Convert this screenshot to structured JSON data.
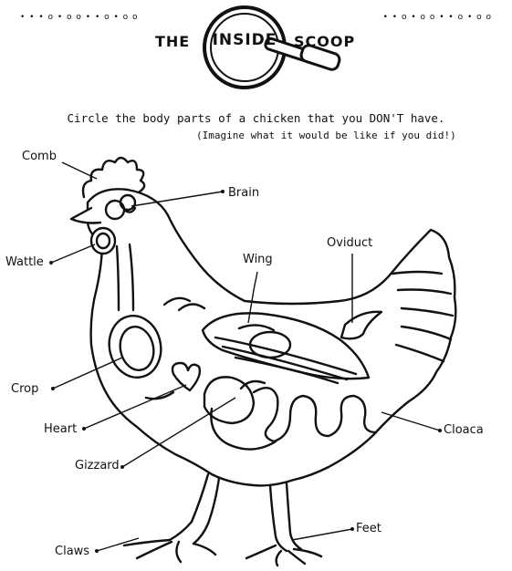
{
  "header": {
    "dots_left": "• • • o • o o • • o • o o",
    "dots_right": "• • o • o o • • o • o o",
    "title_the": "THE",
    "title_inside": "INSIDE",
    "title_scoop": "SCOOP"
  },
  "instructions": {
    "line1": "Circle the body parts of a chicken that you DON'T have.",
    "line2": "(Imagine what it would be like if you did!)"
  },
  "labels": {
    "comb": "Comb",
    "brain": "Brain",
    "wattle": "Wattle",
    "wing": "Wing",
    "oviduct": "Oviduct",
    "crop": "Crop",
    "heart": "Heart",
    "gizzard": "Gizzard",
    "cloaca": "Cloaca",
    "feet": "Feet",
    "claws": "Claws"
  }
}
